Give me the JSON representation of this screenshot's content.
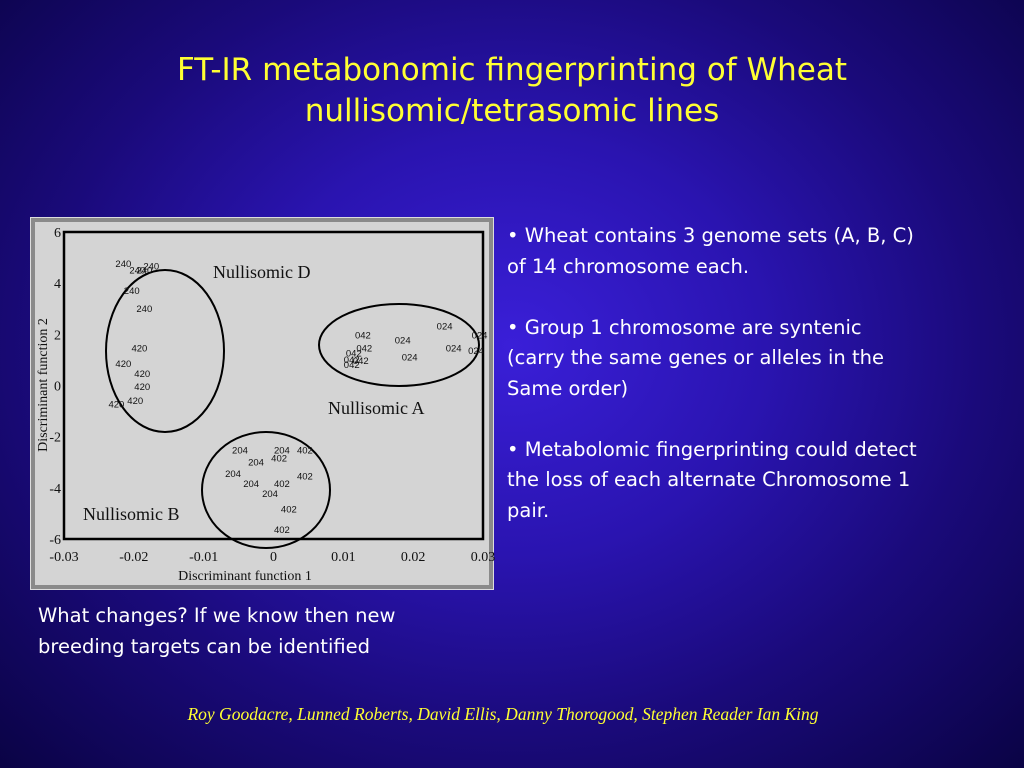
{
  "slide": {
    "title_line1": "FT-IR metabonomic fingerprinting of Wheat",
    "title_line2": "nullisomic/tetrasomic lines",
    "bullets": [
      {
        "line1": "• Wheat contains 3 genome sets (A, B, C)",
        "line2": "of 14 chromosome each."
      },
      {
        "line1": "• Group 1 chromosome are syntenic",
        "line2": "(carry the same genes or alleles in the",
        "line3": "Same order)"
      },
      {
        "line1": "• Metabolomic fingerprinting could detect",
        "line2": "the loss of each alternate Chromosome 1",
        "line3": "pair."
      }
    ],
    "caption_line1": "What changes? If we know then new",
    "caption_line2": "breeding targets can be identified",
    "credit": "Roy Goodacre, Lunned Roberts, David Ellis, Danny Thorogood, Stephen Reader Ian King"
  },
  "chart_data": {
    "type": "scatter",
    "xlabel": "Discriminant function 1",
    "ylabel": "Discriminant function 2",
    "xlim": [
      -0.03,
      0.03
    ],
    "ylim": [
      -6,
      6
    ],
    "xticks": [
      "-0.03",
      "-0.02",
      "-0.01",
      "0",
      "0.01",
      "0.02",
      "0.03"
    ],
    "yticks": [
      "6",
      "4",
      "2",
      "0",
      "-2",
      "-4",
      "-6"
    ],
    "groups": [
      {
        "name": "Nullisomic D",
        "points": [
          {
            "label": "240",
            "x": -0.0215,
            "y": 4.75
          },
          {
            "label": "240",
            "x": -0.0195,
            "y": 4.5
          },
          {
            "label": "240",
            "x": -0.0185,
            "y": 4.5
          },
          {
            "label": "240",
            "x": -0.0175,
            "y": 4.65
          },
          {
            "label": "240",
            "x": -0.0203,
            "y": 3.7
          },
          {
            "label": "240",
            "x": -0.0185,
            "y": 3.0
          },
          {
            "label": "420",
            "x": -0.0192,
            "y": 1.45
          },
          {
            "label": "420",
            "x": -0.0215,
            "y": 0.85
          },
          {
            "label": "420",
            "x": -0.0188,
            "y": 0.45
          },
          {
            "label": "420",
            "x": -0.0188,
            "y": -0.05
          },
          {
            "label": "420",
            "x": -0.0198,
            "y": -0.6
          },
          {
            "label": "420",
            "x": -0.0225,
            "y": -0.75
          }
        ]
      },
      {
        "name": "Nullisomic A",
        "points": [
          {
            "label": "042",
            "x": 0.0128,
            "y": 1.95
          },
          {
            "label": "024",
            "x": 0.0185,
            "y": 1.75
          },
          {
            "label": "024",
            "x": 0.0245,
            "y": 2.3
          },
          {
            "label": "024",
            "x": 0.0295,
            "y": 1.95
          },
          {
            "label": "042",
            "x": 0.013,
            "y": 1.45
          },
          {
            "label": "042",
            "x": 0.0115,
            "y": 1.25
          },
          {
            "label": "042",
            "x": 0.0112,
            "y": 1.0
          },
          {
            "label": "042",
            "x": 0.0125,
            "y": 0.95
          },
          {
            "label": "042",
            "x": 0.0112,
            "y": 0.8
          },
          {
            "label": "024",
            "x": 0.0195,
            "y": 1.1
          },
          {
            "label": "024",
            "x": 0.0258,
            "y": 1.45
          },
          {
            "label": "024",
            "x": 0.029,
            "y": 1.35
          }
        ]
      },
      {
        "name": "Nullisomic B",
        "points": [
          {
            "label": "204",
            "x": -0.0048,
            "y": -2.55
          },
          {
            "label": "204",
            "x": 0.0012,
            "y": -2.55
          },
          {
            "label": "402",
            "x": 0.0045,
            "y": -2.55
          },
          {
            "label": "402",
            "x": 0.0008,
            "y": -2.85
          },
          {
            "label": "204",
            "x": -0.0025,
            "y": -3.0
          },
          {
            "label": "204",
            "x": -0.0058,
            "y": -3.45
          },
          {
            "label": "402",
            "x": 0.0045,
            "y": -3.55
          },
          {
            "label": "204",
            "x": -0.0032,
            "y": -3.85
          },
          {
            "label": "402",
            "x": 0.0012,
            "y": -3.85
          },
          {
            "label": "204",
            "x": -0.0005,
            "y": -4.25
          },
          {
            "label": "402",
            "x": 0.0022,
            "y": -4.85
          },
          {
            "label": "402",
            "x": 0.0012,
            "y": -5.65
          }
        ]
      }
    ]
  }
}
